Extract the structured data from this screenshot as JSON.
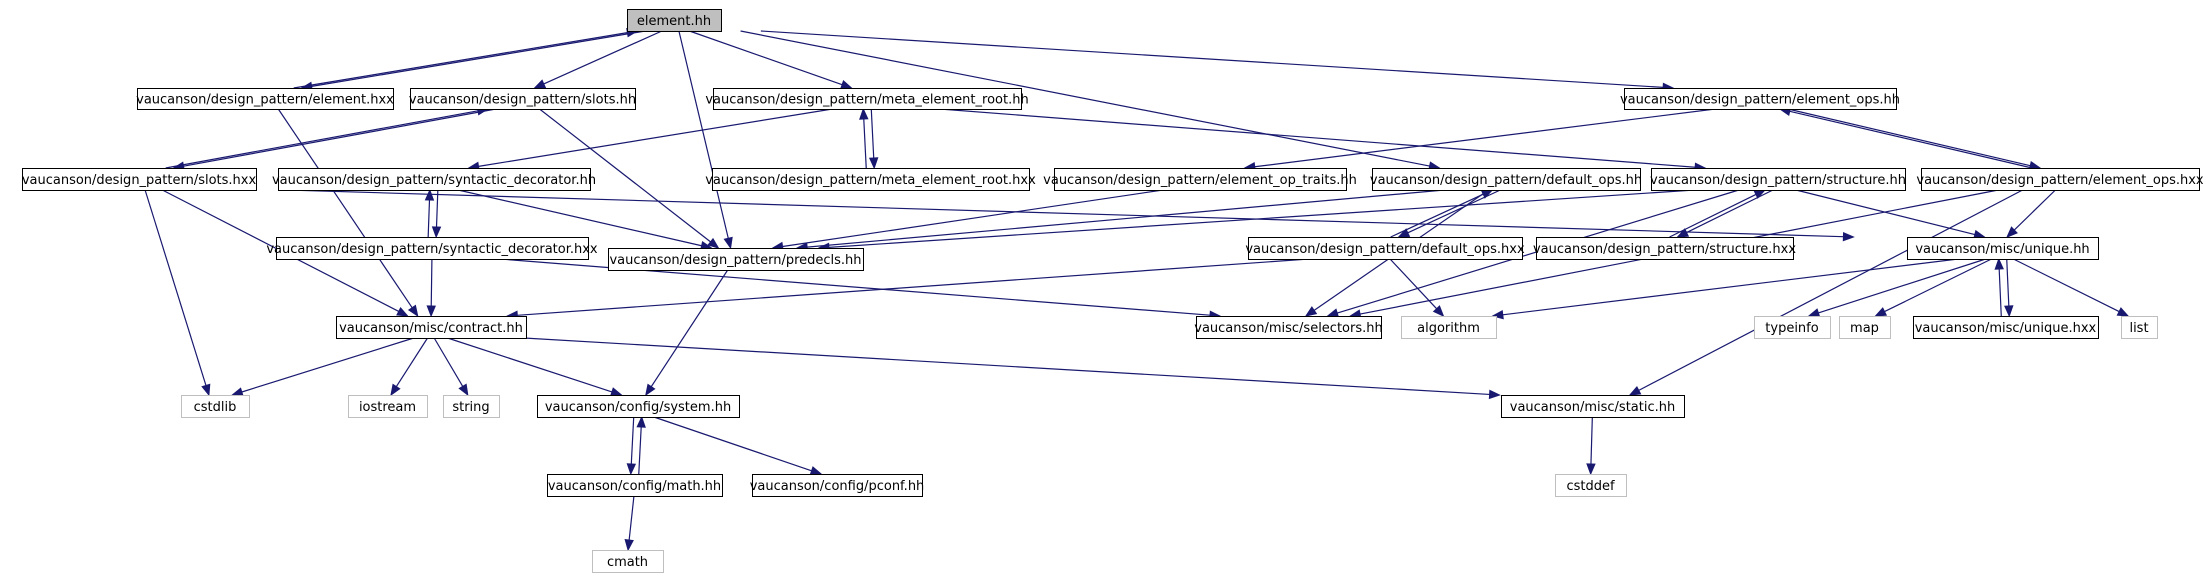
{
  "colors": {
    "edge": "#191970",
    "root_fill": "#bfbfbf",
    "system_header_border": "#bfbfbf",
    "node_border": "#000000",
    "background": "#ffffff"
  },
  "nodes": [
    {
      "id": "element_hh",
      "label": "element.hh",
      "kind": "root"
    },
    {
      "id": "element_hxx",
      "label": "vaucanson/design_pattern/element.hxx",
      "kind": "project"
    },
    {
      "id": "slots_hh",
      "label": "vaucanson/design_pattern/slots.hh",
      "kind": "project"
    },
    {
      "id": "meta_root_hh",
      "label": "vaucanson/design_pattern/meta_element_root.hh",
      "kind": "project"
    },
    {
      "id": "element_ops_hh",
      "label": "vaucanson/design_pattern/element_ops.hh",
      "kind": "project"
    },
    {
      "id": "slots_hxx",
      "label": "vaucanson/design_pattern/slots.hxx",
      "kind": "project"
    },
    {
      "id": "syn_dec_hh",
      "label": "vaucanson/design_pattern/syntactic_decorator.hh",
      "kind": "project"
    },
    {
      "id": "meta_root_hxx",
      "label": "vaucanson/design_pattern/meta_element_root.hxx",
      "kind": "project"
    },
    {
      "id": "op_traits_hh",
      "label": "vaucanson/design_pattern/element_op_traits.hh",
      "kind": "project"
    },
    {
      "id": "default_ops_hh",
      "label": "vaucanson/design_pattern/default_ops.hh",
      "kind": "project"
    },
    {
      "id": "structure_hh",
      "label": "vaucanson/design_pattern/structure.hh",
      "kind": "project"
    },
    {
      "id": "element_ops_hxx",
      "label": "vaucanson/design_pattern/element_ops.hxx",
      "kind": "project"
    },
    {
      "id": "syn_dec_hxx",
      "label": "vaucanson/design_pattern/syntactic_decorator.hxx",
      "kind": "project"
    },
    {
      "id": "predecls_hh",
      "label": "vaucanson/design_pattern/predecls.hh",
      "kind": "project"
    },
    {
      "id": "default_ops_hxx",
      "label": "vaucanson/design_pattern/default_ops.hxx",
      "kind": "project"
    },
    {
      "id": "structure_hxx",
      "label": "vaucanson/design_pattern/structure.hxx",
      "kind": "project"
    },
    {
      "id": "unique_hh",
      "label": "vaucanson/misc/unique.hh",
      "kind": "project"
    },
    {
      "id": "contract_hh",
      "label": "vaucanson/misc/contract.hh",
      "kind": "project"
    },
    {
      "id": "selectors_hh",
      "label": "vaucanson/misc/selectors.hh",
      "kind": "project"
    },
    {
      "id": "algorithm",
      "label": "algorithm",
      "kind": "system"
    },
    {
      "id": "typeinfo",
      "label": "typeinfo",
      "kind": "system"
    },
    {
      "id": "map",
      "label": "map",
      "kind": "system"
    },
    {
      "id": "unique_hxx",
      "label": "vaucanson/misc/unique.hxx",
      "kind": "project"
    },
    {
      "id": "list",
      "label": "list",
      "kind": "system"
    },
    {
      "id": "cstdlib",
      "label": "cstdlib",
      "kind": "system"
    },
    {
      "id": "iostream",
      "label": "iostream",
      "kind": "system"
    },
    {
      "id": "string",
      "label": "string",
      "kind": "system"
    },
    {
      "id": "system_hh",
      "label": "vaucanson/config/system.hh",
      "kind": "project"
    },
    {
      "id": "static_hh",
      "label": "vaucanson/misc/static.hh",
      "kind": "project"
    },
    {
      "id": "math_hh",
      "label": "vaucanson/config/math.hh",
      "kind": "project"
    },
    {
      "id": "pconf_hh",
      "label": "vaucanson/config/pconf.hh",
      "kind": "project"
    },
    {
      "id": "cstddef",
      "label": "cstddef",
      "kind": "system"
    },
    {
      "id": "cmath",
      "label": "cmath",
      "kind": "system"
    }
  ],
  "edges": [
    [
      "element_hh",
      "element_hxx"
    ],
    [
      "element_hh",
      "slots_hh"
    ],
    [
      "element_hh",
      "meta_root_hh"
    ],
    [
      "element_hh",
      "predecls_hh"
    ],
    [
      "element_hh",
      "default_ops_hh"
    ],
    [
      "element_hh",
      "element_ops_hh"
    ],
    [
      "element_hxx",
      "element_hh"
    ],
    [
      "element_hxx",
      "contract_hh"
    ],
    [
      "slots_hh",
      "slots_hxx"
    ],
    [
      "slots_hh",
      "predecls_hh"
    ],
    [
      "slots_hxx",
      "slots_hh"
    ],
    [
      "slots_hxx",
      "cstdlib"
    ],
    [
      "slots_hxx",
      "contract_hh"
    ],
    [
      "slots_hxx",
      "unique_hh"
    ],
    [
      "meta_root_hh",
      "meta_root_hxx"
    ],
    [
      "meta_root_hh",
      "syn_dec_hh"
    ],
    [
      "meta_root_hh",
      "structure_hh"
    ],
    [
      "meta_root_hxx",
      "meta_root_hh"
    ],
    [
      "syn_dec_hh",
      "syn_dec_hxx"
    ],
    [
      "syn_dec_hh",
      "predecls_hh"
    ],
    [
      "syn_dec_hxx",
      "syn_dec_hh"
    ],
    [
      "syn_dec_hxx",
      "contract_hh"
    ],
    [
      "syn_dec_hxx",
      "selectors_hh"
    ],
    [
      "element_ops_hh",
      "element_ops_hxx"
    ],
    [
      "element_ops_hh",
      "op_traits_hh"
    ],
    [
      "element_ops_hxx",
      "element_ops_hh"
    ],
    [
      "element_ops_hxx",
      "selectors_hh"
    ],
    [
      "element_ops_hxx",
      "unique_hh"
    ],
    [
      "element_ops_hxx",
      "static_hh"
    ],
    [
      "op_traits_hh",
      "predecls_hh"
    ],
    [
      "default_ops_hh",
      "default_ops_hxx"
    ],
    [
      "default_ops_hh",
      "predecls_hh"
    ],
    [
      "default_ops_hh",
      "selectors_hh"
    ],
    [
      "default_ops_hxx",
      "default_ops_hh"
    ],
    [
      "default_ops_hxx",
      "contract_hh"
    ],
    [
      "default_ops_hxx",
      "algorithm"
    ],
    [
      "structure_hh",
      "structure_hxx"
    ],
    [
      "structure_hh",
      "predecls_hh"
    ],
    [
      "structure_hh",
      "unique_hh"
    ],
    [
      "structure_hh",
      "selectors_hh"
    ],
    [
      "structure_hxx",
      "structure_hh"
    ],
    [
      "unique_hh",
      "unique_hxx"
    ],
    [
      "unique_hh",
      "typeinfo"
    ],
    [
      "unique_hh",
      "map"
    ],
    [
      "unique_hh",
      "list"
    ],
    [
      "unique_hh",
      "algorithm"
    ],
    [
      "unique_hxx",
      "unique_hh"
    ],
    [
      "predecls_hh",
      "system_hh"
    ],
    [
      "contract_hh",
      "cstdlib"
    ],
    [
      "contract_hh",
      "iostream"
    ],
    [
      "contract_hh",
      "string"
    ],
    [
      "contract_hh",
      "system_hh"
    ],
    [
      "contract_hh",
      "static_hh"
    ],
    [
      "system_hh",
      "math_hh"
    ],
    [
      "system_hh",
      "pconf_hh"
    ],
    [
      "math_hh",
      "system_hh"
    ],
    [
      "math_hh",
      "cmath"
    ],
    [
      "static_hh",
      "cstddef"
    ]
  ]
}
